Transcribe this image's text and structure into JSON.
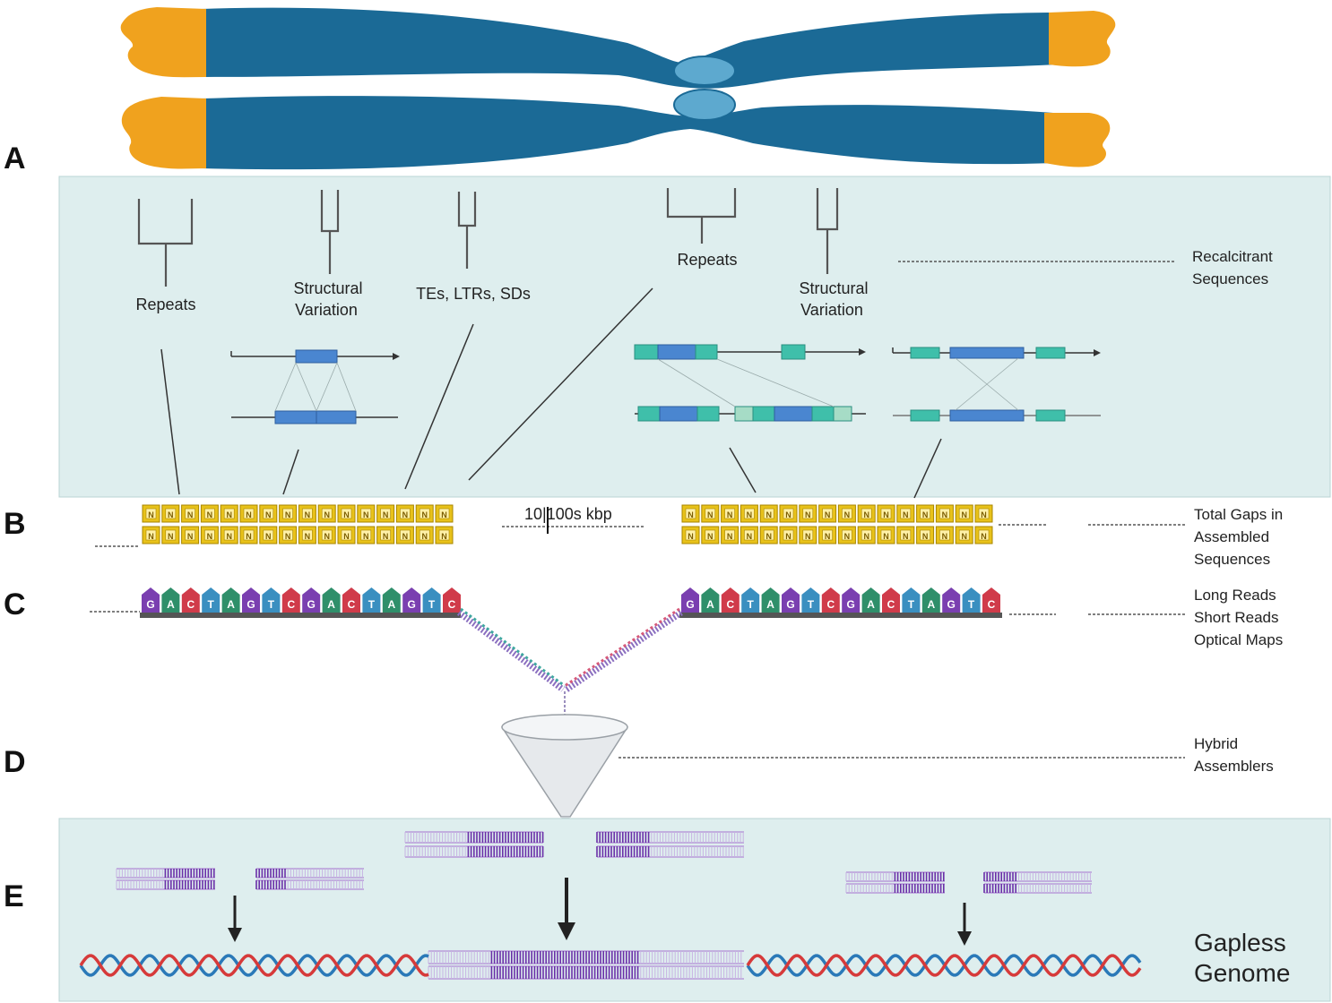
{
  "panels": {
    "a": "A",
    "b": "B",
    "c": "C",
    "d": "D",
    "e": "E"
  },
  "features": {
    "repeats_1": "Repeats",
    "structural_variation_1": [
      "Structural",
      "Variation"
    ],
    "tes_ltrs_sds": "TEs, LTRs, SDs",
    "repeats_2": "Repeats",
    "structural_variation_2": [
      "Structural",
      "Variation"
    ]
  },
  "gap_scale": "10|100s kbp",
  "gap_letter": "N",
  "read_letters": [
    "G",
    "A",
    "C",
    "T",
    "A",
    "G",
    "T",
    "C",
    "G",
    "A",
    "C",
    "T",
    "A",
    "G",
    "T",
    "C"
  ],
  "side_labels": {
    "recalcitrant": [
      "Recalcitrant",
      "Sequences"
    ],
    "total_gaps": [
      "Total Gaps in",
      "Assembled",
      "Sequences"
    ],
    "data_types": [
      "Long Reads",
      "Short Reads",
      "Optical Maps"
    ],
    "hybrid": [
      "Hybrid",
      "Assemblers"
    ],
    "gapless": [
      "Gapless",
      "Genome"
    ]
  },
  "colors": {
    "chromosome": "#1b6a96",
    "chromosome_dark": "#145a82",
    "telomere": "#f0a21e",
    "centromere": "#5da9cf",
    "panel_bg": "#deeeee",
    "gap_box": "#e8c21a",
    "gap_border": "#b38f00",
    "seq_blue": "#4a86d0",
    "seq_teal": "#3fbfaa",
    "dna_red": "#d63a3a",
    "dna_blue": "#2a79b8",
    "purple": "#7a3fb0"
  }
}
